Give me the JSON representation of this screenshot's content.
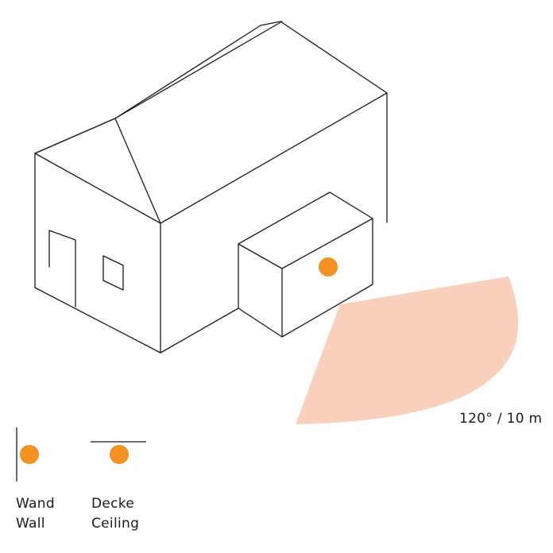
{
  "diagram": {
    "range_label": "120° / 10 m",
    "colors": {
      "lamp": "#f39220",
      "detection_zone": "#f8d0bc",
      "outline": "#1a1a1a"
    },
    "legend": [
      {
        "line1": "Wand",
        "line2": "Wall",
        "mount": "wall"
      },
      {
        "line1": "Decke",
        "line2": "Ceiling",
        "mount": "ceiling"
      }
    ]
  }
}
